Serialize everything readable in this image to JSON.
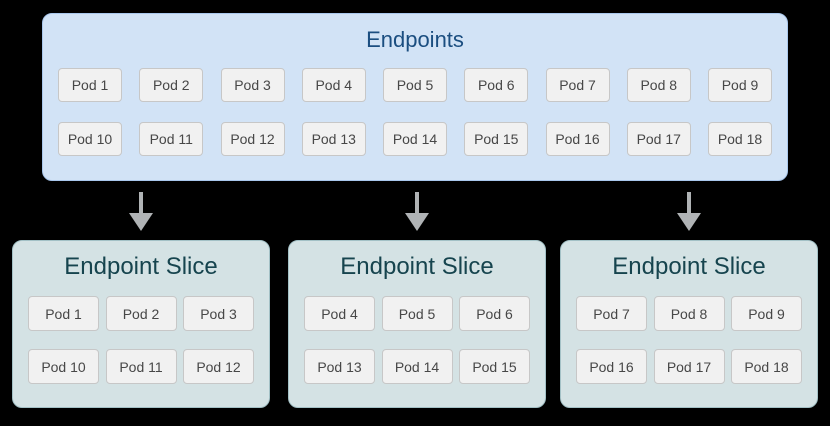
{
  "background_color": "#000000",
  "endpoints": {
    "title": "Endpoints",
    "rows": [
      [
        "Pod 1",
        "Pod 2",
        "Pod 3",
        "Pod 4",
        "Pod 5",
        "Pod 6",
        "Pod 7",
        "Pod 8",
        "Pod 9"
      ],
      [
        "Pod 10",
        "Pod 11",
        "Pod 12",
        "Pod 13",
        "Pod 14",
        "Pod 15",
        "Pod 16",
        "Pod 17",
        "Pod 18"
      ]
    ],
    "colors": {
      "fill": "#d2e3f6",
      "border": "#a9c7ec",
      "title_text": "#1b4e80"
    }
  },
  "slices": [
    {
      "title": "Endpoint Slice",
      "rows": [
        [
          "Pod 1",
          "Pod 2",
          "Pod 3"
        ],
        [
          "Pod 10",
          "Pod 11",
          "Pod 12"
        ]
      ]
    },
    {
      "title": "Endpoint Slice",
      "rows": [
        [
          "Pod 4",
          "Pod 5",
          "Pod 6"
        ],
        [
          "Pod 13",
          "Pod 14",
          "Pod 15"
        ]
      ]
    },
    {
      "title": "Endpoint Slice",
      "rows": [
        [
          "Pod 7",
          "Pod 8",
          "Pod 9"
        ],
        [
          "Pod 16",
          "Pod 17",
          "Pod 18"
        ]
      ]
    }
  ],
  "slice_colors": {
    "fill": "#d4e2e4",
    "border": "#a3c1c6",
    "title_text": "#16444e"
  },
  "pod_colors": {
    "fill": "#f1f1f1",
    "border": "#c7c7c7",
    "text": "#474747"
  },
  "arrow_color": "#b0b3b5"
}
